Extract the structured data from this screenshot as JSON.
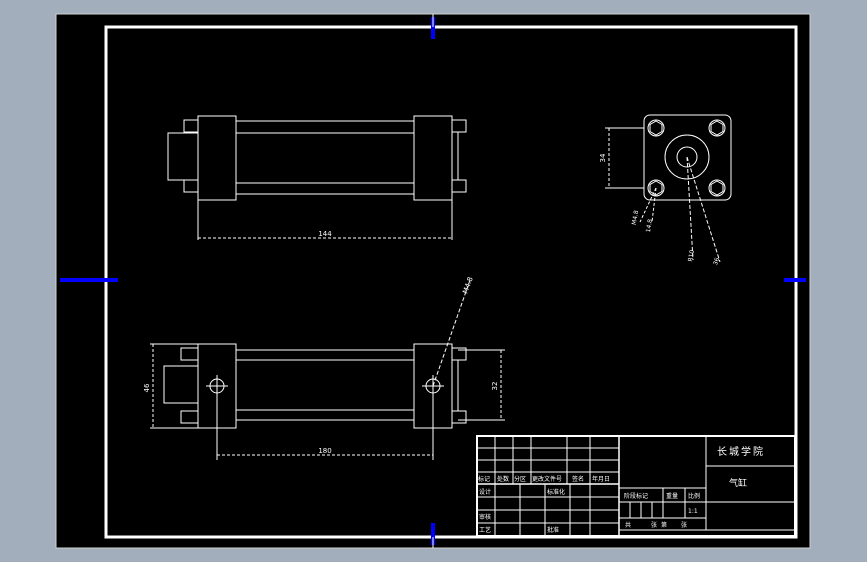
{
  "drawing": {
    "view_front_top": {
      "dim_length": "144"
    },
    "view_front_bottom": {
      "dim_length": "180",
      "dim_height_left": "46",
      "dim_height_right": "32",
      "leader_label": "M4.8"
    },
    "view_side": {
      "dim_height": "34",
      "leader_label_1": "M4.8",
      "leader_label_2": "14.8",
      "leader_label_3": "R10",
      "leader_label_4": "36"
    }
  },
  "title_block": {
    "school": "长城学院",
    "part_name": "气缸",
    "rev_headers": [
      "标记",
      "处数",
      "分区",
      "更改文件号",
      "签名",
      "年月日"
    ],
    "row_design": "设计",
    "row_standard": "标准化",
    "row_review": "审核",
    "row_process": "工艺",
    "row_approve": "批准",
    "stage_mark": "阶段标记",
    "weight": "重量",
    "scale": "比例",
    "scale_value": "1:1",
    "sheet_total": "共",
    "sheet_unit1": "张",
    "sheet_no": "第",
    "sheet_unit2": "张"
  },
  "colors": {
    "paper": "#000000",
    "line": "#ffffff",
    "frame_bg": "#a2aebb",
    "marker": "#0000ff"
  }
}
